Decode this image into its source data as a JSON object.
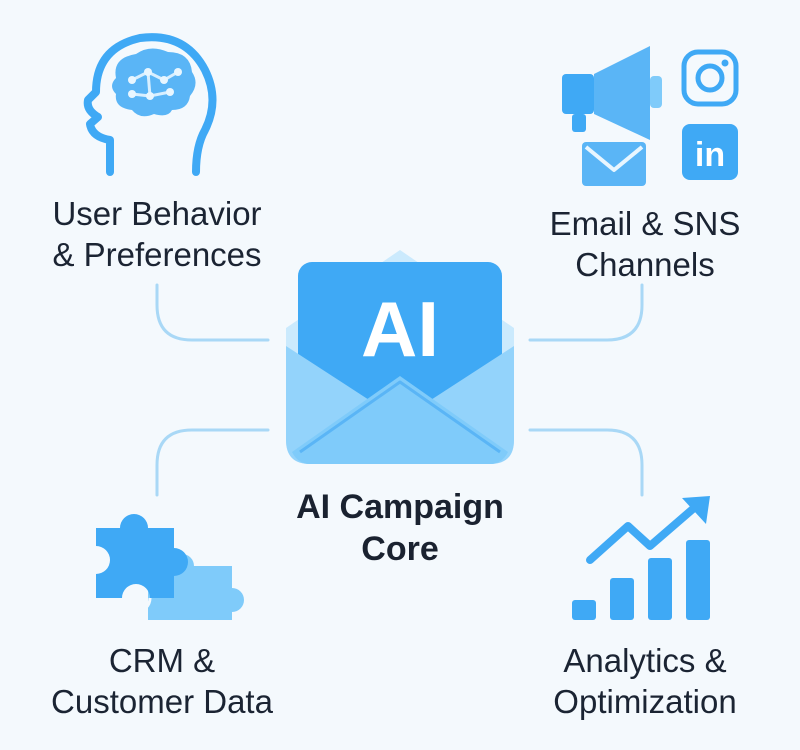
{
  "core": {
    "badge": "AI",
    "title_line1": "AI Campaign",
    "title_line2": "Core",
    "icon": "envelope-icon"
  },
  "nodes": [
    {
      "id": "user-behavior",
      "icon": "brain-head-icon",
      "line1": "User Behavior",
      "line2": "& Preferences"
    },
    {
      "id": "channels",
      "icon": "megaphone-social-icon",
      "line1": "Email & SNS",
      "line2": "Channels"
    },
    {
      "id": "crm",
      "icon": "puzzle-icon",
      "line1": "CRM &",
      "line2": "Customer Data"
    },
    {
      "id": "analytics",
      "icon": "growth-chart-icon",
      "line1": "Analytics &",
      "line2": "Optimization"
    }
  ],
  "social_badges": {
    "linkedin": "in"
  },
  "colors": {
    "background": "#f4f9fd",
    "primary": "#3fa9f5",
    "light": "#7fcbfa",
    "pale": "#bfe3fb",
    "connector": "#a9d8f6",
    "text": "#1b2433"
  }
}
